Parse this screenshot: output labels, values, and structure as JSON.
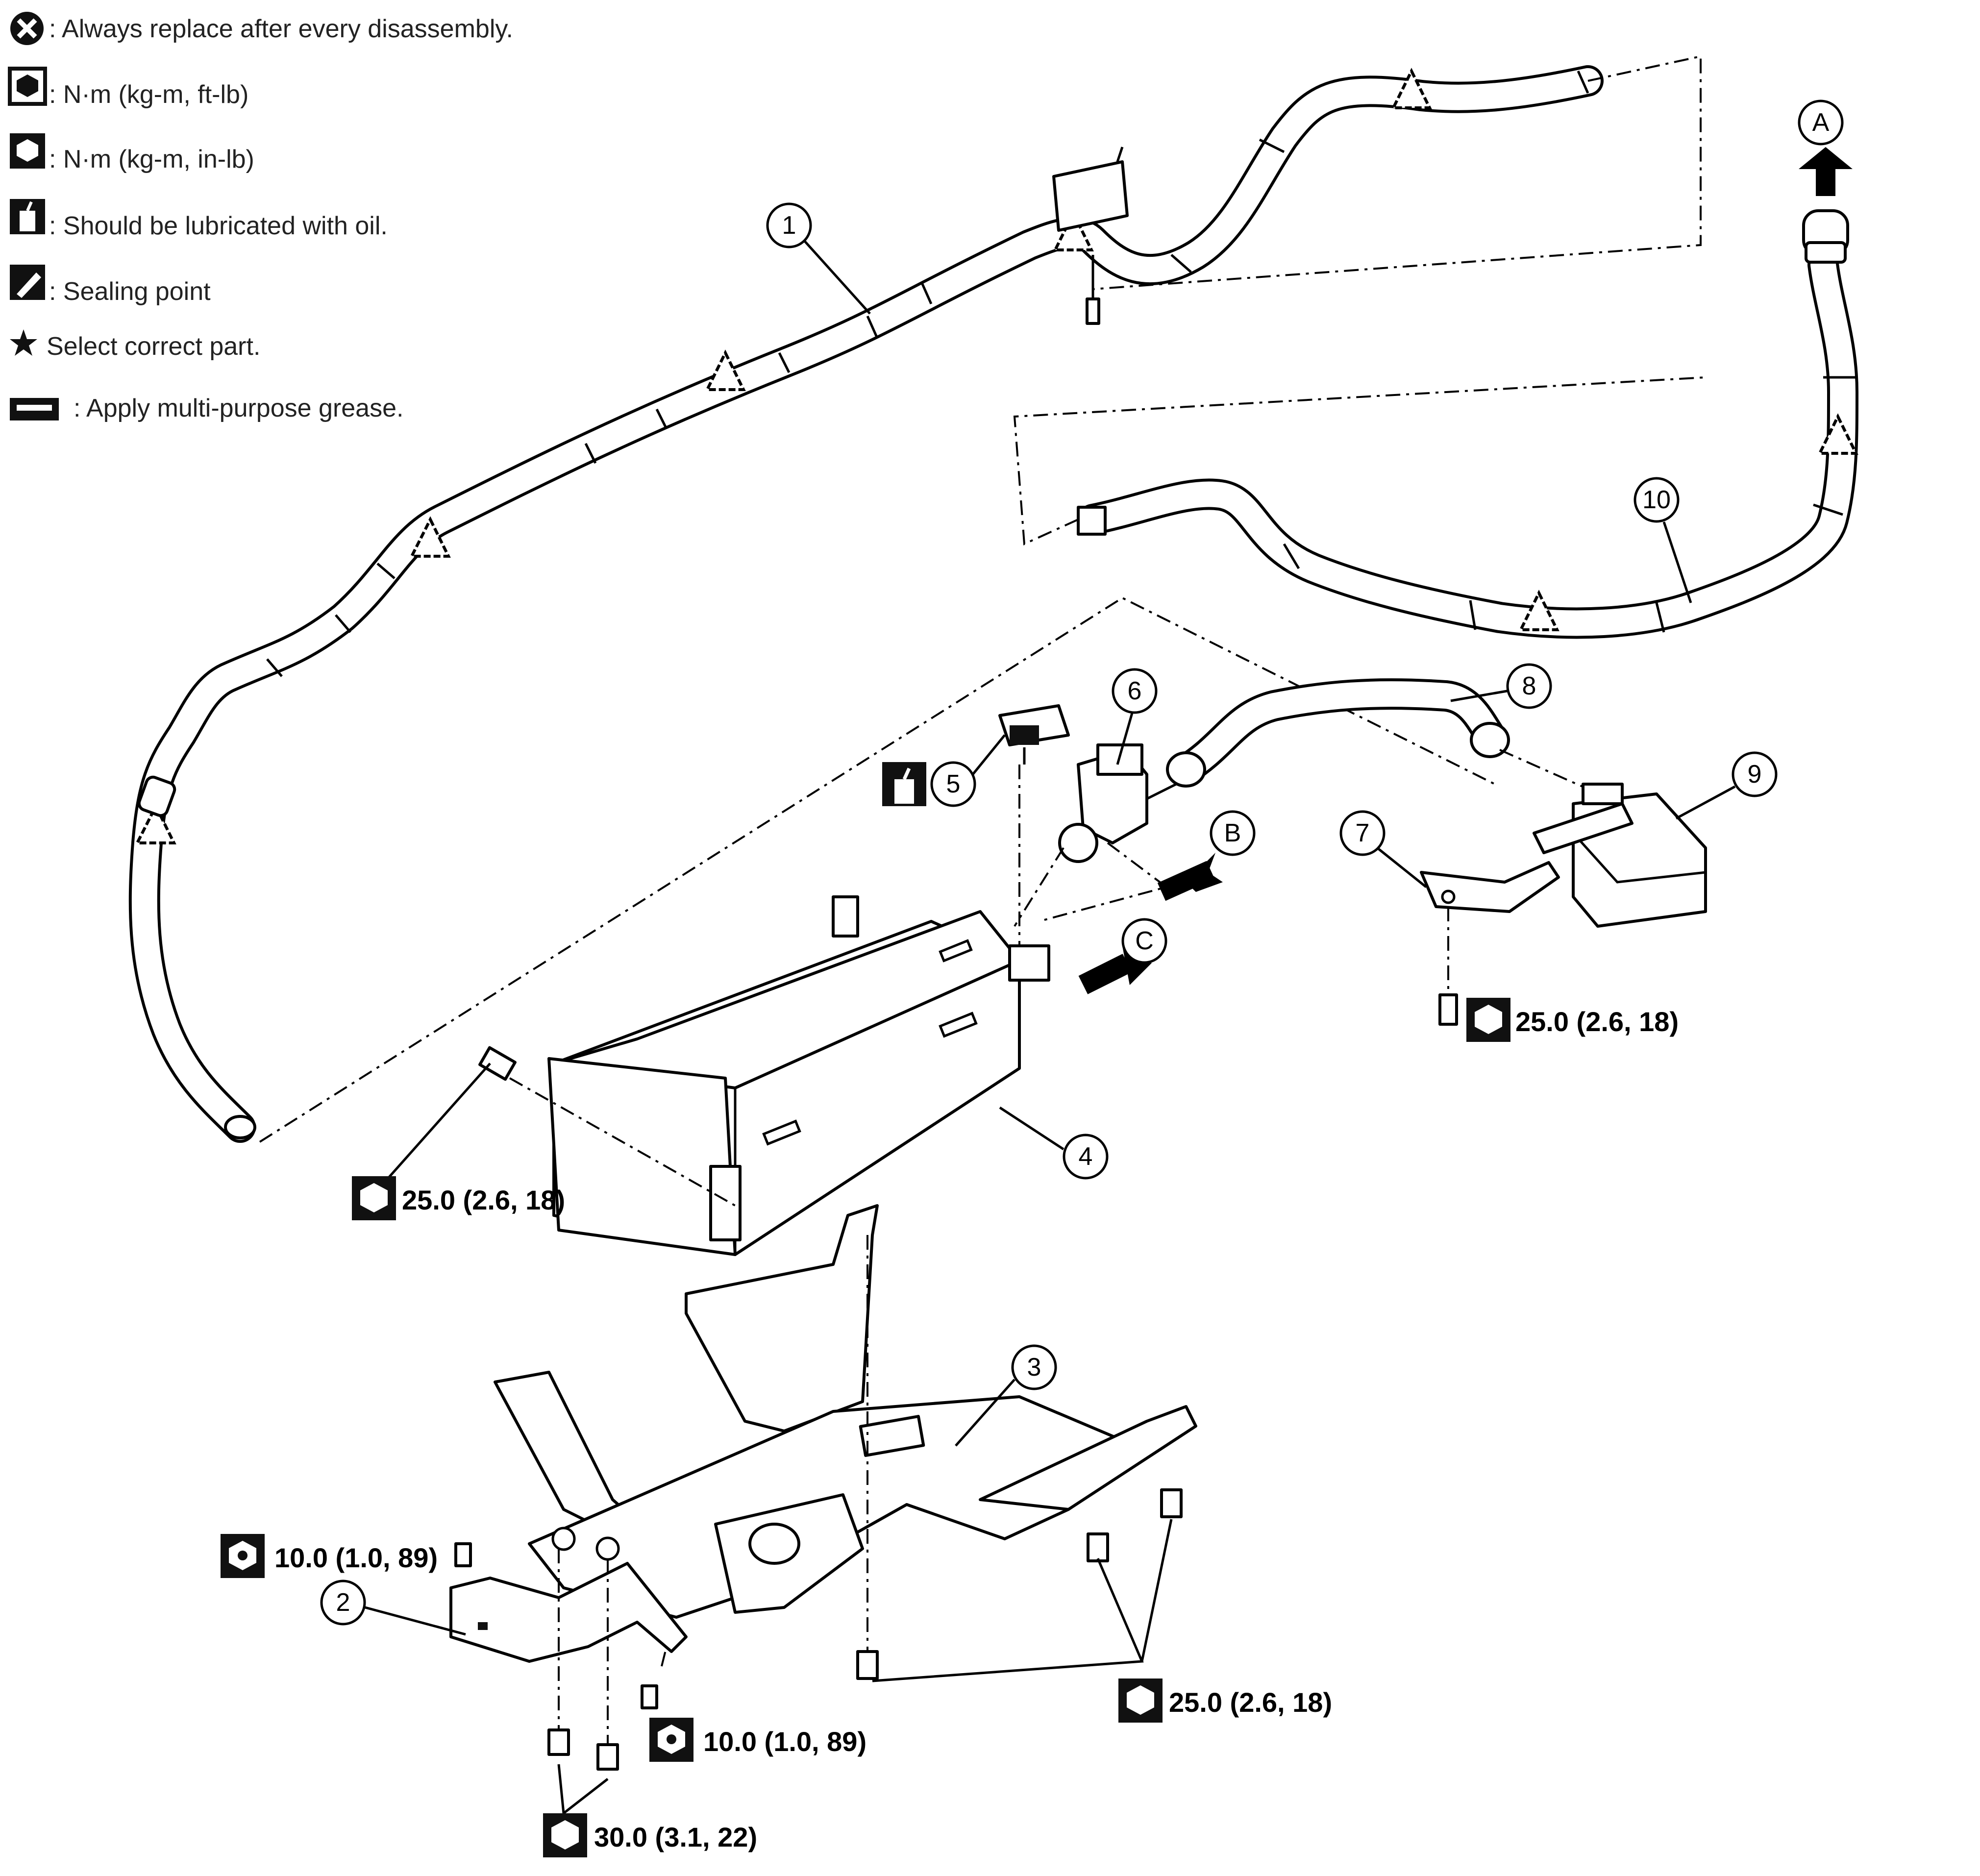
{
  "legend": {
    "items": [
      {
        "icon": "replace-icon",
        "text": ": Always replace after every disassembly."
      },
      {
        "icon": "torque-wrench-icon",
        "text": ": N·m (kg-m, ft-lb)"
      },
      {
        "icon": "torque-wrench-small-icon",
        "text": ": N·m (kg-m, in-lb)"
      },
      {
        "icon": "oil-can-icon",
        "text": ": Should be lubricated with oil."
      },
      {
        "icon": "sealing-point-icon",
        "text": ": Sealing point"
      },
      {
        "icon": "star-icon",
        "text": "Select correct part."
      },
      {
        "icon": "grease-icon",
        "text": ": Apply multi-purpose grease."
      }
    ]
  },
  "callouts": {
    "c1": "1",
    "c2": "2",
    "c3": "3",
    "c4": "4",
    "c5": "5",
    "c6": "6",
    "c7": "7",
    "c8": "8",
    "c9": "9",
    "c10": "10",
    "ca": "A",
    "cb": "B",
    "cc": "C"
  },
  "torques": {
    "t_bracket_7": "25.0 (2.6, 18)",
    "t_canister": "25.0 (2.6, 18)",
    "t_bracket_left": "10.0 (1.0, 89)",
    "t_bracket_right": "10.0 (1.0, 89)",
    "t_base_right": "25.0 (2.6, 18)",
    "t_base_bottom": "30.0 (3.1, 22)"
  }
}
